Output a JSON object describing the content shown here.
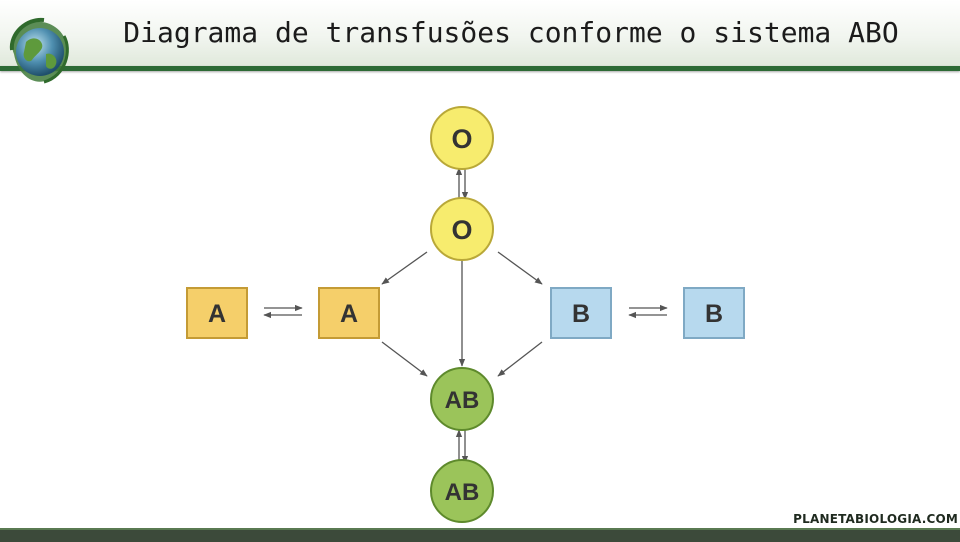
{
  "slide": {
    "title": "Diagrama de transfusões conforme o sistema ABO",
    "brand": "PLANETABIOLOGIA.COM"
  },
  "diagram": {
    "nodes": [
      {
        "id": "o-top",
        "label": "O",
        "shape": "circle",
        "color": "#f7ec6e"
      },
      {
        "id": "o-mid",
        "label": "O",
        "shape": "circle",
        "color": "#f7ec6e"
      },
      {
        "id": "a-left",
        "label": "A",
        "shape": "square",
        "color": "#f5cf6a"
      },
      {
        "id": "a-right",
        "label": "A",
        "shape": "square",
        "color": "#f5cf6a"
      },
      {
        "id": "b-left",
        "label": "B",
        "shape": "square",
        "color": "#b7d9ee"
      },
      {
        "id": "b-right",
        "label": "B",
        "shape": "square",
        "color": "#b7d9ee"
      },
      {
        "id": "ab-mid",
        "label": "AB",
        "shape": "circle",
        "color": "#9bc45a"
      },
      {
        "id": "ab-bottom",
        "label": "AB",
        "shape": "circle",
        "color": "#9bc45a"
      }
    ],
    "edges": [
      {
        "from": "o-top",
        "to": "o-mid",
        "bidirectional": true
      },
      {
        "from": "a-left",
        "to": "a-right",
        "bidirectional": true
      },
      {
        "from": "b-left",
        "to": "b-right",
        "bidirectional": true
      },
      {
        "from": "o-mid",
        "to": "a-right"
      },
      {
        "from": "o-mid",
        "to": "b-left"
      },
      {
        "from": "o-mid",
        "to": "ab-mid"
      },
      {
        "from": "a-right",
        "to": "ab-mid"
      },
      {
        "from": "b-left",
        "to": "ab-mid"
      },
      {
        "from": "ab-mid",
        "to": "ab-bottom",
        "bidirectional": true
      }
    ]
  },
  "colors": {
    "header_line": "#2d6a35",
    "arrow": "#555555"
  }
}
